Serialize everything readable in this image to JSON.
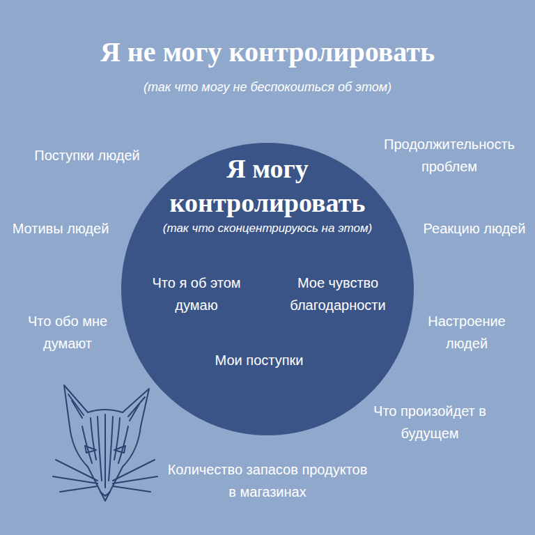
{
  "diagram": {
    "title": "Я не могу контролировать",
    "nodes": [
      {
        "text": [
          "Я могу контролировать",
          "(так что сконцентрируюсь на этом)",
          "Что я об этом думаю",
          "Мое чувство благодарности",
          "Мои поступки"
        ]
      }
    ],
    "labels": [
      "(так что могу не беспокоиться об этом)",
      "Поступки людей",
      "Мотивы людей",
      "Что обо мне думают",
      "Продолжительность проблем",
      "Реакцию людей",
      "Настроение людей",
      "Что произойдет в будущем",
      "Количество запасов продуктов в магазинах"
    ]
  }
}
